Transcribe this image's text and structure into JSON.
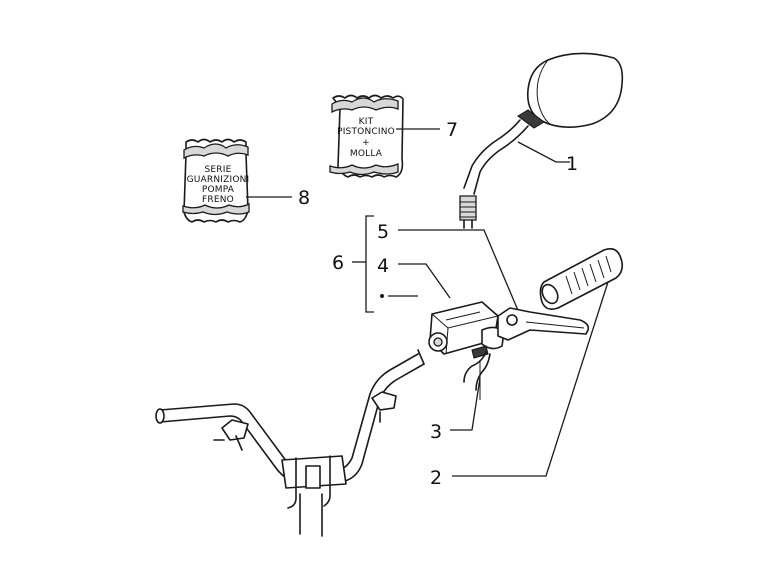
{
  "callouts": {
    "c1": "1",
    "c2": "2",
    "c3": "3",
    "c4": "4",
    "c5": "5",
    "c6": "6",
    "c7": "7",
    "c8": "8"
  },
  "bag_7": {
    "line1": "KIT",
    "line2": "PISTONCINO",
    "line3": "+",
    "line4": "MOLLA"
  },
  "bag_8": {
    "line1": "SERIE",
    "line2": "GUARNIZIONI",
    "line3": "POMPA",
    "line4": "FRENO"
  }
}
